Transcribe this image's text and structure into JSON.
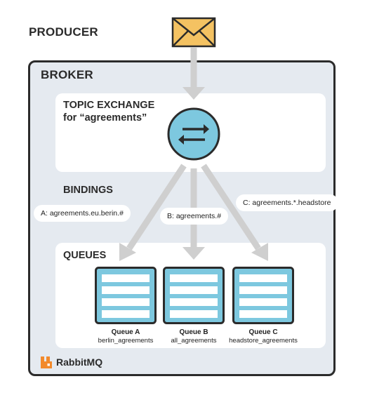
{
  "producer": {
    "title": "PRODUCER",
    "icon": "envelope-icon"
  },
  "broker": {
    "title": "BROKER"
  },
  "exchange": {
    "line1": "TOPIC EXCHANGE",
    "line2": "for “agreements”",
    "icon": "arrows-exchange-icon"
  },
  "bindings": {
    "title": "BINDINGS",
    "items": [
      {
        "label": "A: agreements.eu.berin.#"
      },
      {
        "label": "B: agreements.#"
      },
      {
        "label": "C: agreements.*.headstore"
      }
    ]
  },
  "queues": {
    "title": "QUEUES",
    "items": [
      {
        "name": "Queue A",
        "routing": "berlin_agreements"
      },
      {
        "name": "Queue B",
        "routing": "all_agreements"
      },
      {
        "name": "Queue C",
        "routing": "headstore_agreements"
      }
    ]
  },
  "brand": {
    "name": "RabbitMQ",
    "icon": "rabbitmq-logo-icon"
  },
  "colors": {
    "accent": "#7dc8df",
    "envelope": "#f4c262",
    "arrow": "#cfcfcf",
    "outline": "#2b2b2b",
    "broker_bg": "#e5eaf0"
  }
}
